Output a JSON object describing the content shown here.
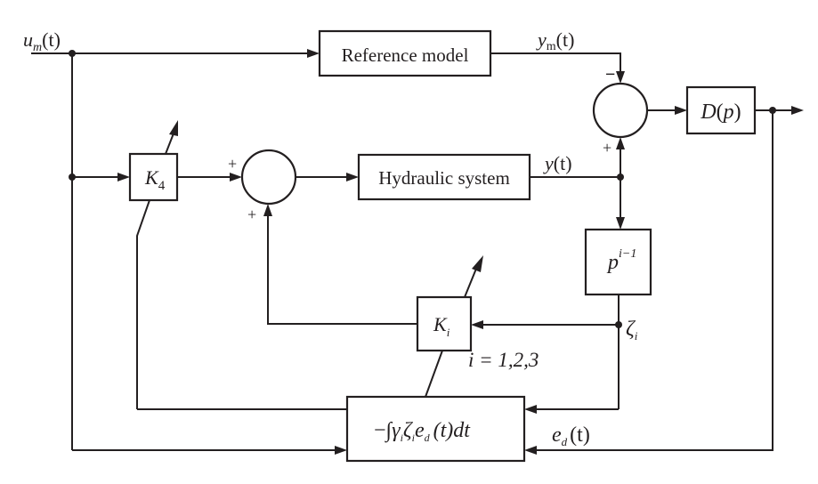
{
  "diagram": {
    "blocks": {
      "reference_model": "Reference model",
      "hydraulic_system": "Hydraulic system",
      "controller": {
        "main": "D",
        "arg": "p"
      },
      "gain_k4": {
        "main": "K",
        "sub": "4"
      },
      "gain_ki": {
        "main": "K",
        "sub": "i"
      },
      "differentiator": {
        "main": "p",
        "sup": "i−1"
      },
      "adaptation_law": {
        "prefix": "−∫",
        "gamma": "γ",
        "gsub": "i",
        "zeta": "ζ",
        "zsub": "i",
        "e": "e",
        "esub": "d",
        "rest": "(t)dt"
      }
    },
    "signals": {
      "input": {
        "main": "u",
        "sub": "m",
        "rest": "(t)"
      },
      "model_output": {
        "main": "y",
        "sub": "m",
        "rest": "(t)"
      },
      "plant_output": {
        "main": "y",
        "rest": "(t)"
      },
      "state": {
        "main": "ζ",
        "sub": "i"
      },
      "error": {
        "main": "e",
        "sub": "d",
        "rest": "(t)"
      },
      "index_range": "i = 1,2,3"
    },
    "signs": {
      "sum1_top": "−",
      "sum1_bottom": "+",
      "sum2_left": "+",
      "sum2_bottom": "+"
    }
  }
}
